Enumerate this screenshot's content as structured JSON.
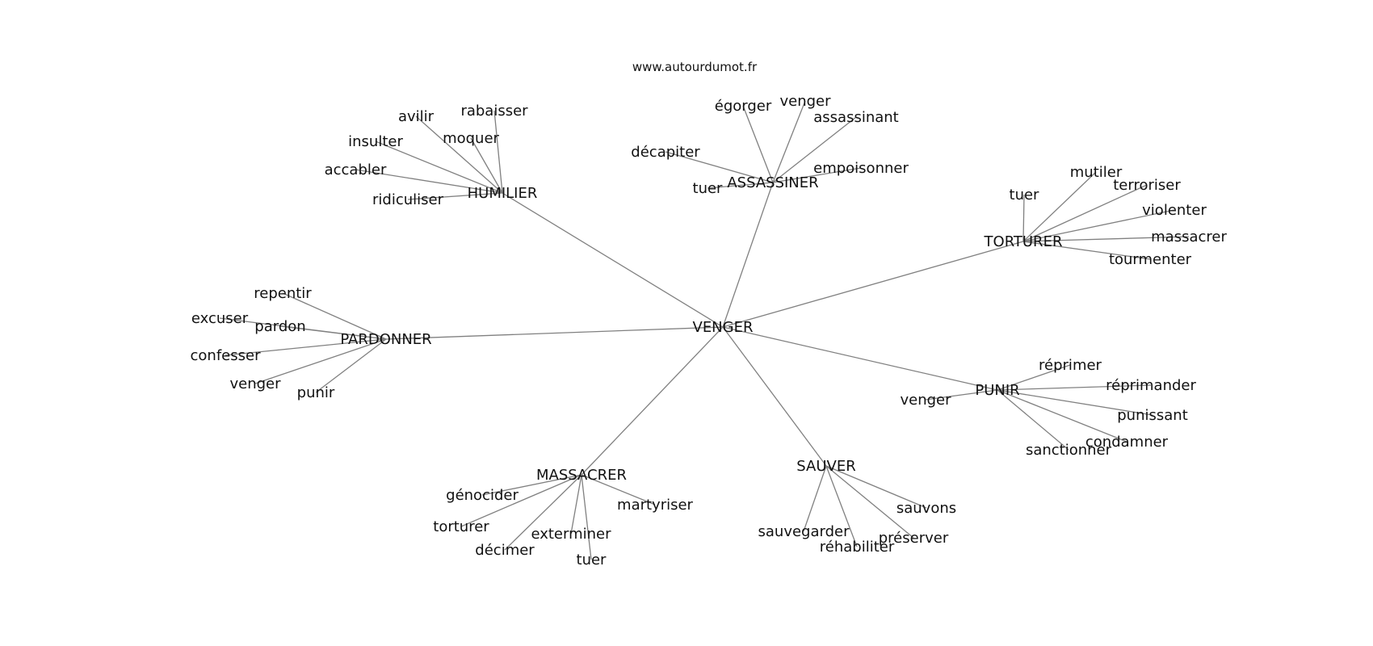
{
  "source": "www.autourdumot.fr",
  "center": "VENGER",
  "clusters": [
    {
      "hub": "HUMILIER",
      "words": [
        "rabaisser",
        "avilir",
        "moquer",
        "insulter",
        "accabler",
        "ridiculiser"
      ]
    },
    {
      "hub": "ASSASSINER",
      "words": [
        "égorger",
        "venger",
        "assassinant",
        "décapiter",
        "empoisonner",
        "tuer"
      ]
    },
    {
      "hub": "TORTURER",
      "words": [
        "tuer",
        "mutiler",
        "terroriser",
        "violenter",
        "massacrer",
        "tourmenter"
      ]
    },
    {
      "hub": "PARDONNER",
      "words": [
        "repentir",
        "excuser",
        "pardon",
        "confesser",
        "venger",
        "punir"
      ]
    },
    {
      "hub": "PUNIR",
      "words": [
        "réprimer",
        "réprimander",
        "venger",
        "punissant",
        "condamner",
        "sanctionner"
      ]
    },
    {
      "hub": "MASSACRER",
      "words": [
        "génocider",
        "martyriser",
        "torturer",
        "exterminer",
        "décimer",
        "tuer"
      ]
    },
    {
      "hub": "SAUVER",
      "words": [
        "sauvons",
        "sauvegarder",
        "préserver",
        "réhabiliter"
      ]
    }
  ]
}
